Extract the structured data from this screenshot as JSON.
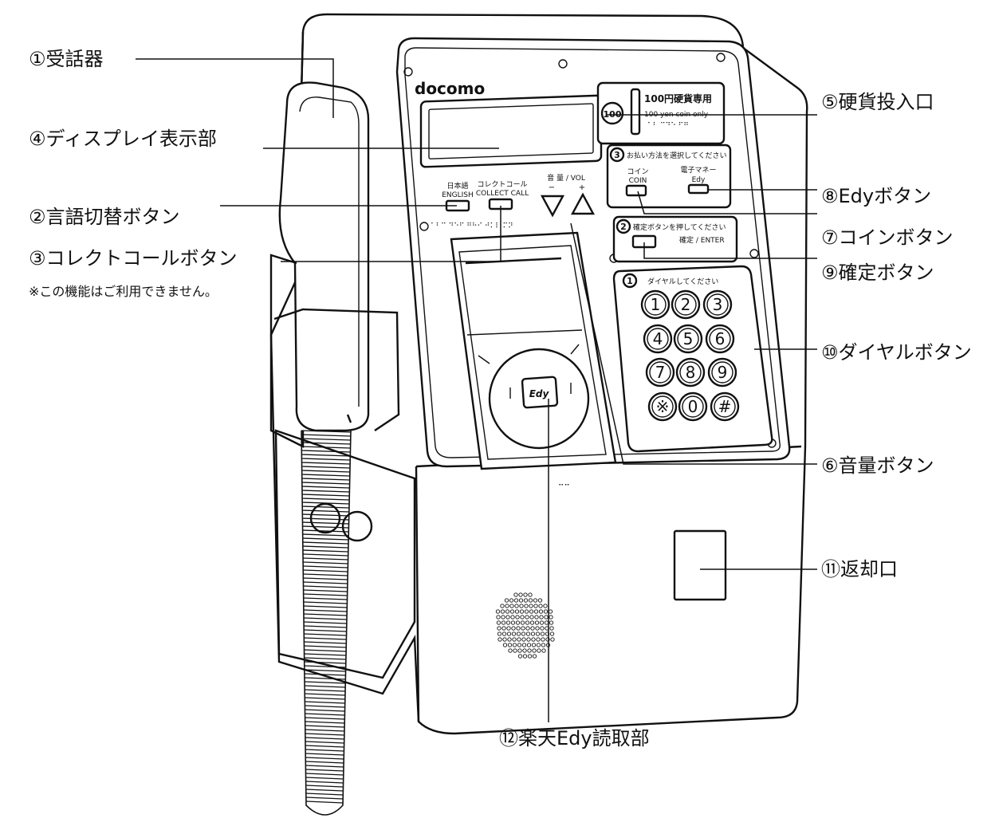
{
  "brand": {
    "logo_text": "docomo"
  },
  "device": {
    "coin_panel": {
      "badge": "100",
      "title": "100円硬貨専用",
      "subtitle": "100 yen coin only"
    },
    "pay_method": {
      "step": "3",
      "instruction": "お払い方法を選択してください",
      "coin_jp": "コイン",
      "coin_en": "COIN",
      "emoney_jp": "電子マネー",
      "emoney_en": "Edy"
    },
    "confirm": {
      "step": "2",
      "instruction": "確定ボタンを押してください",
      "label": "確定 / ENTER"
    },
    "dial": {
      "step": "1",
      "instruction": "ダイヤルしてください",
      "keys": [
        "1",
        "2",
        "3",
        "4",
        "5",
        "6",
        "7",
        "8",
        "9",
        "※",
        "0",
        "#"
      ]
    },
    "language": {
      "jp": "日本語",
      "en": "ENGLISH"
    },
    "collect_call": {
      "jp": "コレクトコール",
      "en": "COLLECT CALL"
    },
    "volume": {
      "label": "音 量 / VOL",
      "minus": "−",
      "plus": "+"
    },
    "reader": {
      "label": "Edy"
    }
  },
  "labels": {
    "handset": "①受話器",
    "display": "④ディスプレイ表示部",
    "language_button": "②言語切替ボタン",
    "collect_call_button": "③コレクトコールボタン",
    "collect_call_note": "※この機能はご利用できません。",
    "coin_slot": "⑤硬貨投入口",
    "edy_button": "⑧Edyボタン",
    "coin_button": "⑦コインボタン",
    "confirm_button": "⑨確定ボタン",
    "dial_buttons": "⑩ダイヤルボタン",
    "volume_button": "⑥音量ボタン",
    "return_slot": "⑪返却口",
    "edy_reader": "⑫楽天Edy読取部"
  }
}
